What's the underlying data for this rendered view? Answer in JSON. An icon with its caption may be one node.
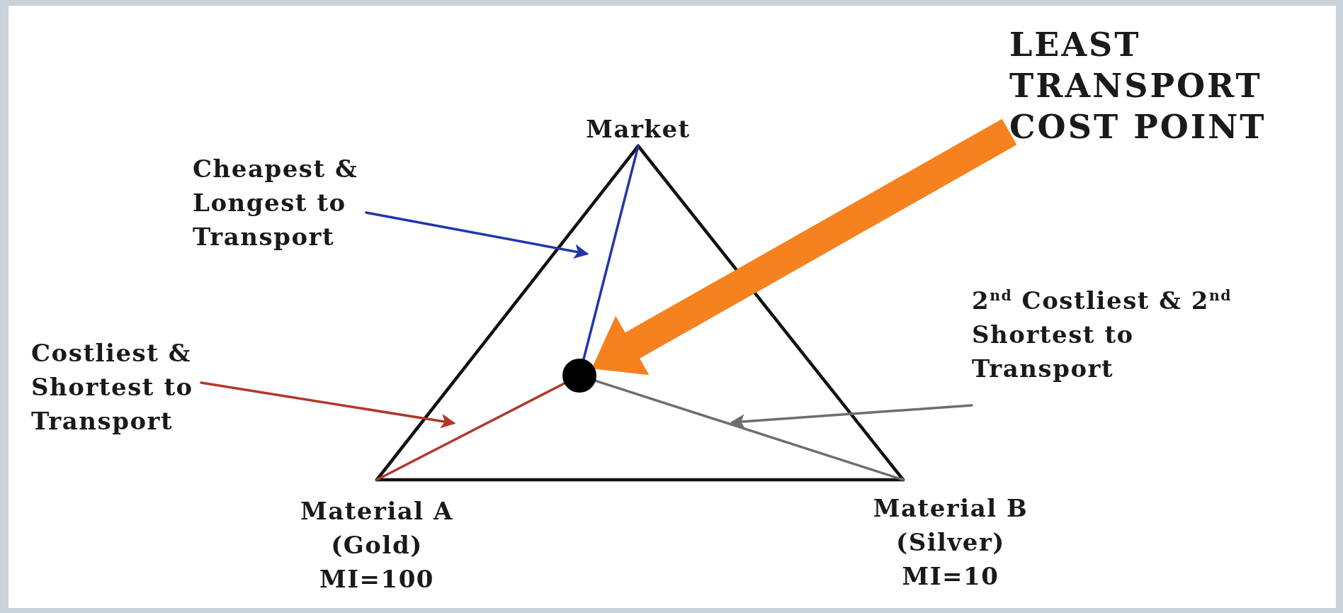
{
  "diagram": {
    "nodes": [
      {
        "text": [
          "LEAST TRANSPORT COST POINT"
        ]
      },
      {
        "text": [
          "Market"
        ]
      },
      {
        "text": [
          "Cheapest & Longest to Transport"
        ]
      },
      {
        "text": [
          "2$^{nd}$ Costliest & 2$^{nd}$ Shortest to Transport"
        ]
      },
      {
        "text": [
          "Costliest & Shortest to Transport"
        ]
      },
      {
        "text": [],
        "shape": "circle"
      },
      {
        "text": [
          "Material A (Gold) MI=100"
        ]
      },
      {
        "text": [
          "Material B (Silver) MI=10"
        ]
      }
    ],
    "edges": [
      {
        "from": 1,
        "to": 6,
        "arrow": "none"
      },
      {
        "from": 6,
        "to": 7,
        "arrow": "none"
      },
      {
        "from": 7,
        "to": 1,
        "arrow": "none"
      },
      {
        "from": 5,
        "to": 1,
        "arrow": "none",
        "color": "#2236a8"
      },
      {
        "from": 5,
        "to": 6,
        "arrow": "none",
        "color": "#b0392c"
      },
      {
        "from": 5,
        "to": 7,
        "arrow": "none",
        "color": "#6e6e6e"
      },
      {
        "from": 2,
        "to": null,
        "arrow": "to",
        "color": "#2236a8"
      },
      {
        "from": 4,
        "to": null,
        "arrow": "to",
        "color": "#b0392c"
      },
      {
        "from": 3,
        "to": null,
        "arrow": "to",
        "color": "#6e6e6e"
      },
      {
        "from": 0,
        "to": 5,
        "arrow": "to",
        "style": "thick",
        "color": "#f5821f"
      }
    ]
  }
}
